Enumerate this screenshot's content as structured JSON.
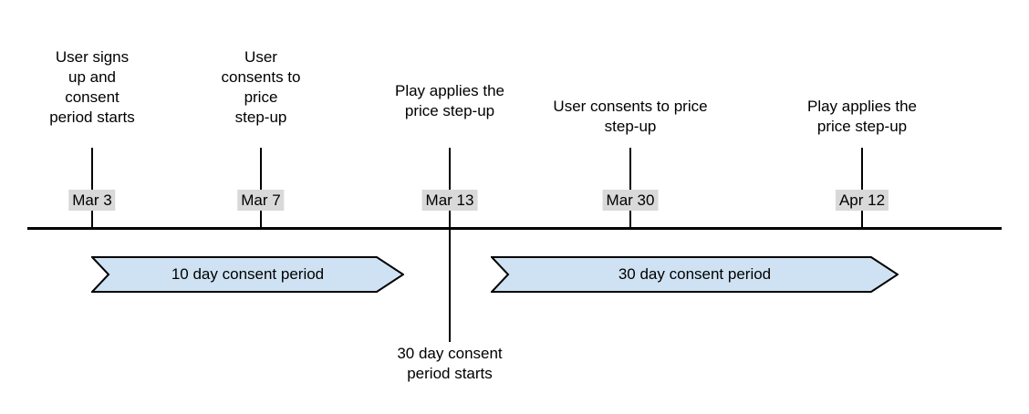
{
  "diagram": {
    "type": "timeline",
    "events": [
      {
        "date": "Mar 3",
        "label": "User signs\nup and\nconsent\nperiod starts"
      },
      {
        "date": "Mar 7",
        "label": "User\nconsents to\nprice\nstep-up"
      },
      {
        "date": "Mar 13",
        "label": "Play applies the\nprice step-up",
        "below_label": "30 day consent\nperiod starts"
      },
      {
        "date": "Mar 30",
        "label": "User consents to price\nstep-up"
      },
      {
        "date": "Apr 12",
        "label": "Play applies the\nprice step-up"
      }
    ],
    "periods": [
      {
        "label": "10 day consent period"
      },
      {
        "label": "30 day consent period"
      }
    ]
  },
  "colors": {
    "banner-fill": "#cfe2f3",
    "banner-border": "#000000",
    "date-bg": "#d9d9d9",
    "line": "#000000",
    "text": "#000000",
    "background": "#ffffff"
  }
}
